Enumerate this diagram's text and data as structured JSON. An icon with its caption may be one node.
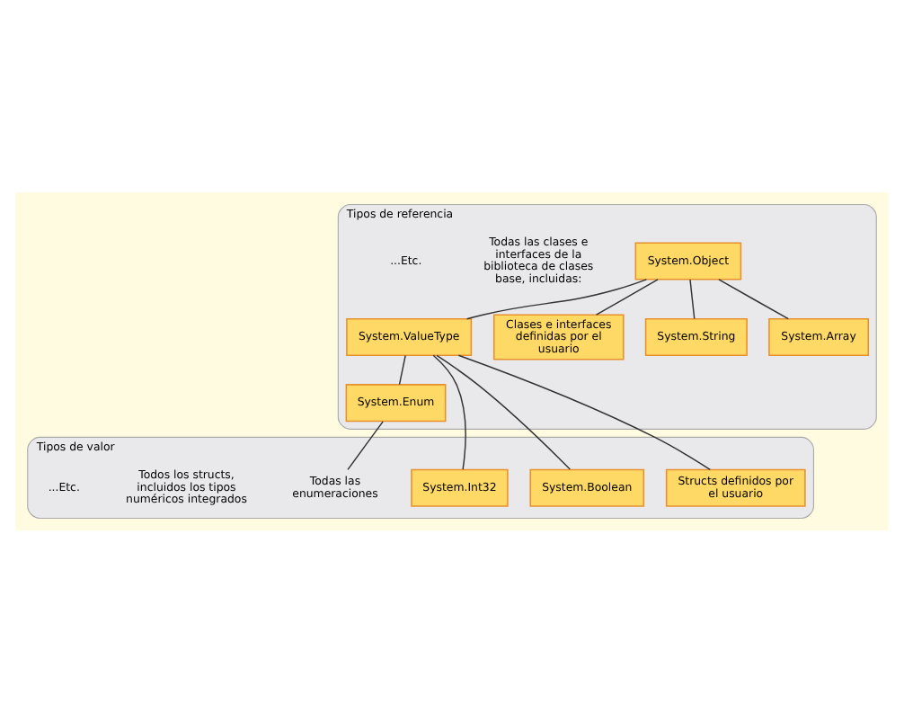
{
  "diagram": {
    "nodes": [
      {
        "text": [
          "Tipos de referencia"
        ]
      },
      {
        "text": [
          "System.Object"
        ],
        "in": 0
      },
      {
        "text": [
          "System.ValueType"
        ],
        "in": 0
      },
      {
        "text": [
          "System.Enum"
        ],
        "in": 0
      },
      {
        "text": [
          "Clases e interfaces definidas por el usuario"
        ],
        "in": 0
      },
      {
        "text": [
          "System.String"
        ],
        "in": 0
      },
      {
        "text": [
          "System.Array"
        ],
        "in": 0
      },
      {
        "text": [
          "Tipos de valor"
        ]
      },
      {
        "text": [
          "Todas las enumeraciones"
        ],
        "in": 7
      },
      {
        "text": [
          "System.Int32"
        ],
        "in": 7
      },
      {
        "text": [
          "System.Boolean"
        ],
        "in": 7
      },
      {
        "text": [
          "Structs definidos por el usuario"
        ],
        "in": 7
      }
    ],
    "edges": [
      {
        "from": 1,
        "to": 2,
        "arrow": "none"
      },
      {
        "from": 1,
        "to": 4,
        "arrow": "none"
      },
      {
        "from": 1,
        "to": 5,
        "arrow": "none"
      },
      {
        "from": 1,
        "to": 6,
        "arrow": "none"
      },
      {
        "from": 2,
        "to": 3,
        "arrow": "none"
      },
      {
        "from": 3,
        "to": 8,
        "arrow": "none"
      },
      {
        "from": 2,
        "to": 9,
        "arrow": "none"
      },
      {
        "from": 2,
        "to": 10,
        "arrow": "none"
      },
      {
        "from": 2,
        "to": 11,
        "arrow": "none"
      }
    ],
    "labels": [
      "Todas las clases e interfaces de la biblioteca de clases base, incluidas:",
      "...Etc.",
      "Todos los structs, incluidos los tipos numéricos integrados",
      "...Etc."
    ]
  }
}
